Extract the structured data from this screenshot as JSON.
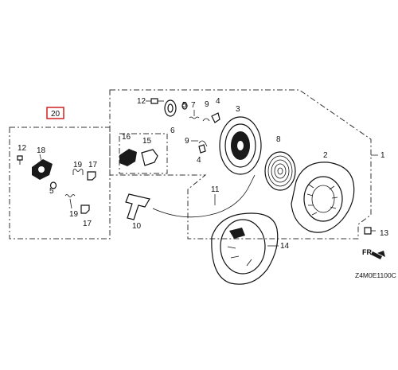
{
  "diagram": {
    "title_number": "20",
    "highlight_color": "#d02020",
    "diagram_code": "Z4M0E1100C",
    "direction_label": "FR.",
    "callouts": {
      "c1": "1",
      "c2": "2",
      "c3": "3",
      "c4a": "4",
      "c4b": "4",
      "c5a": "5",
      "c5b": "5",
      "c6": "6",
      "c7": "7",
      "c8": "8",
      "c9a": "9",
      "c9b": "9",
      "c10": "10",
      "c11": "11",
      "c12a": "12",
      "c12b": "12",
      "c13": "13",
      "c14": "14",
      "c15": "15",
      "c16": "16",
      "c17a": "17",
      "c17b": "17",
      "c18": "18",
      "c19a": "19",
      "c19b": "19"
    }
  }
}
